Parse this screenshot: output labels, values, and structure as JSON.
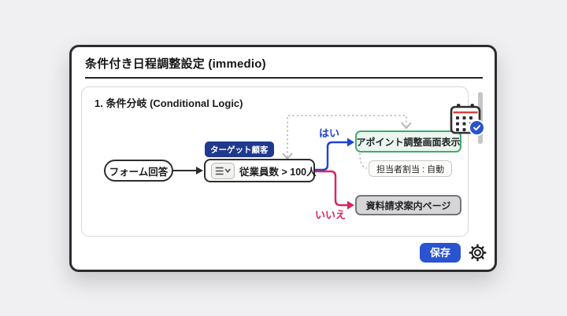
{
  "modal": {
    "title": "条件付き日程調整設定 (immedio)"
  },
  "section": {
    "title": "1. 条件分岐 (Conditional Logic)"
  },
  "flow": {
    "start": "フォーム回答",
    "badge": "ターゲット顧客",
    "condition": "従業員数 > 100人",
    "yes": "はい",
    "no": "いいえ",
    "yes_target": "アポイント調整画面表示",
    "assignment": "担当者割当 : 自動",
    "no_target": "資料請求案内ページ"
  },
  "footer": {
    "save": "保存"
  },
  "icons": {
    "condition_dropdown": "filter-list-chevron-down-icon",
    "status": "calendar-check-icon",
    "settings": "gear-icon"
  },
  "colors": {
    "yes_path": "#1d44d1",
    "no_path": "#d9255f",
    "badge_bg": "#20398f",
    "approve_bg": "#eaf6ef",
    "approve_border": "#43a873",
    "save_bg": "#2a53cf"
  }
}
